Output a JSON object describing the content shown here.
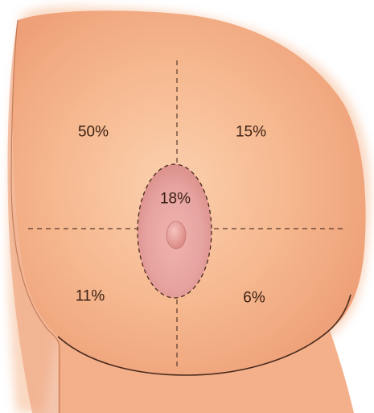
{
  "colors": {
    "skin": "#f6b88f",
    "skin_highlight": "#fbd0ae",
    "skin_shadow": "#e7976b",
    "areola": "#e6a3a0",
    "nipple": "#e3908c",
    "dashed_line": "#5a3a2c",
    "outline": "#4a2a1e",
    "text": "#3a1f12"
  },
  "quadrants": [
    {
      "id": "upper-outer",
      "label": "50%"
    },
    {
      "id": "upper-inner",
      "label": "15%"
    },
    {
      "id": "central",
      "label": "18%"
    },
    {
      "id": "lower-outer",
      "label": "11%"
    },
    {
      "id": "lower-inner",
      "label": "6%"
    }
  ]
}
